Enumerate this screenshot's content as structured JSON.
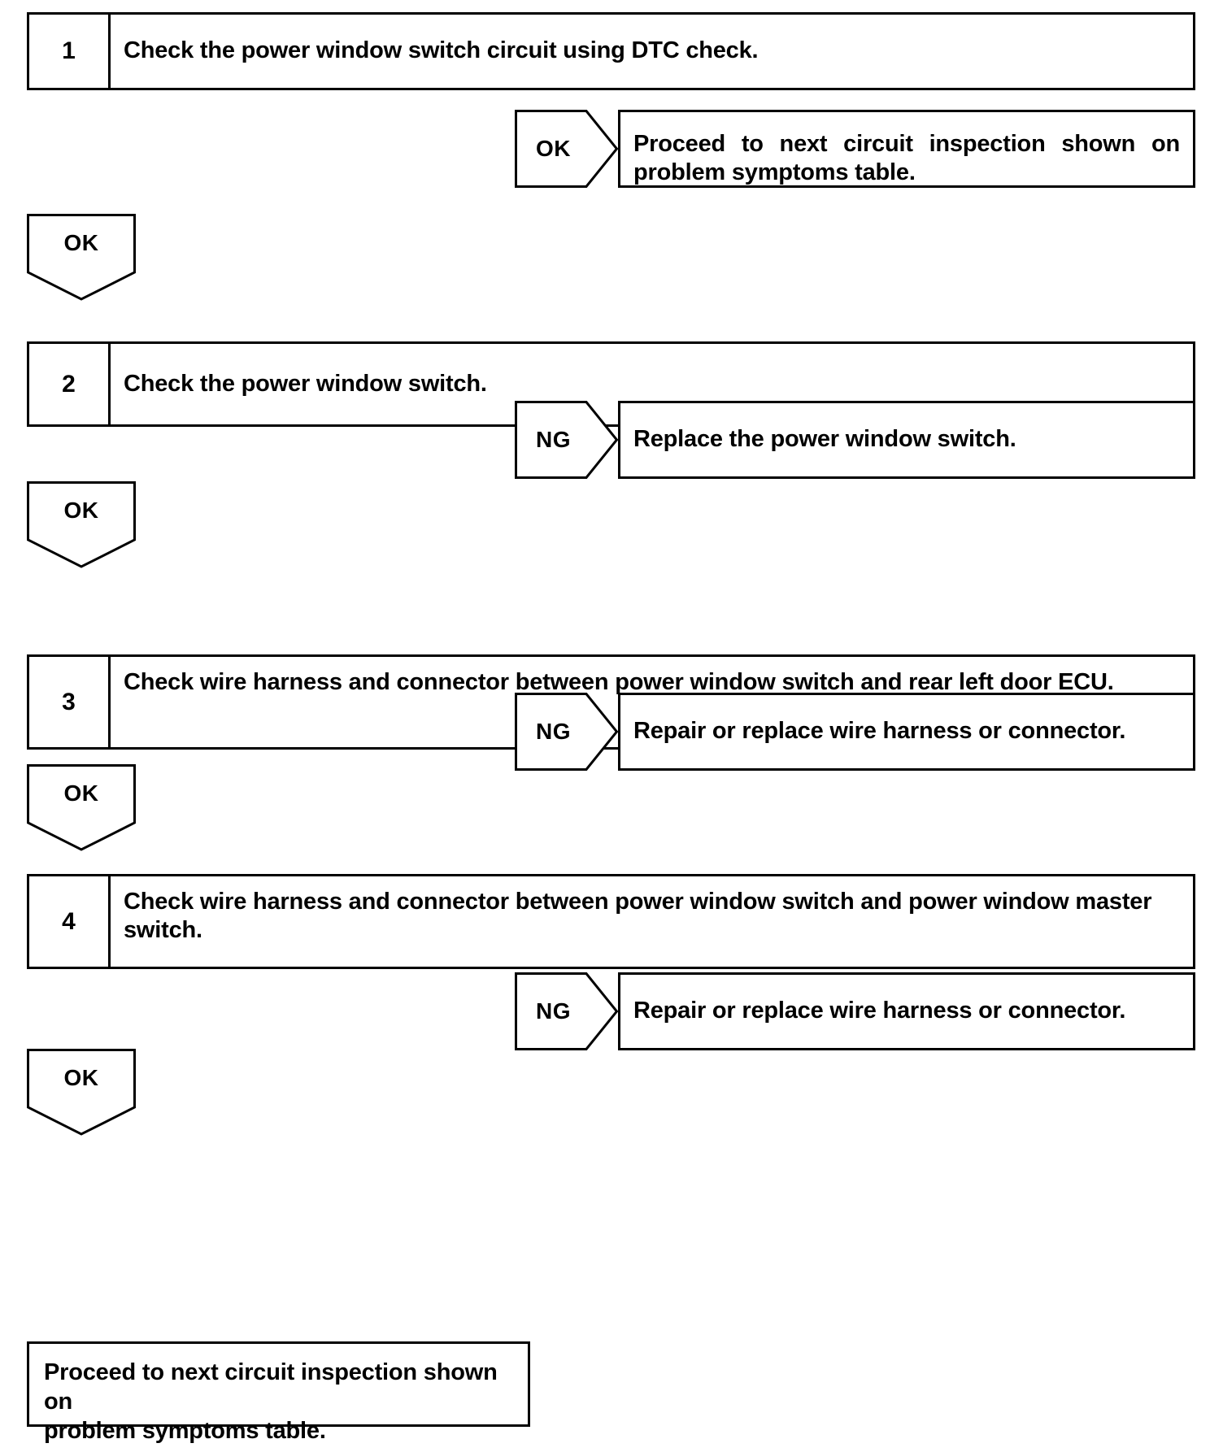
{
  "document": {
    "type": "troubleshooting-flowchart",
    "title": "Power Window Switch Circuit Inspection"
  },
  "colors": {
    "line": "#000000",
    "background": "#ffffff",
    "text": "#000000"
  },
  "steps": [
    {
      "number": "1",
      "text": "Check the power window switch circuit using DTC check.",
      "branch": {
        "judgement": "OK",
        "result_line1": "Proceed to next circuit inspection shown on",
        "result_line2": "problem symptoms table."
      },
      "continue": "OK"
    },
    {
      "number": "2",
      "text": "Check the power window switch.",
      "branch": {
        "judgement": "NG",
        "result_line1": "Replace the power window switch.",
        "result_line2": ""
      },
      "continue": "OK"
    },
    {
      "number": "3",
      "text": "Check wire harness and connector between power window switch and rear left door ECU.",
      "branch": {
        "judgement": "NG",
        "result_line1": "Repair or replace wire harness or connector.",
        "result_line2": ""
      },
      "continue": "OK"
    },
    {
      "number": "4",
      "text": "Check wire harness and connector between power window switch and power window master switch.",
      "branch": {
        "judgement": "NG",
        "result_line1": "Repair or replace wire harness or connector.",
        "result_line2": ""
      },
      "continue": "OK"
    }
  ],
  "terminal": {
    "line1": "Proceed to next circuit inspection shown on",
    "line2": "problem symptoms table."
  }
}
